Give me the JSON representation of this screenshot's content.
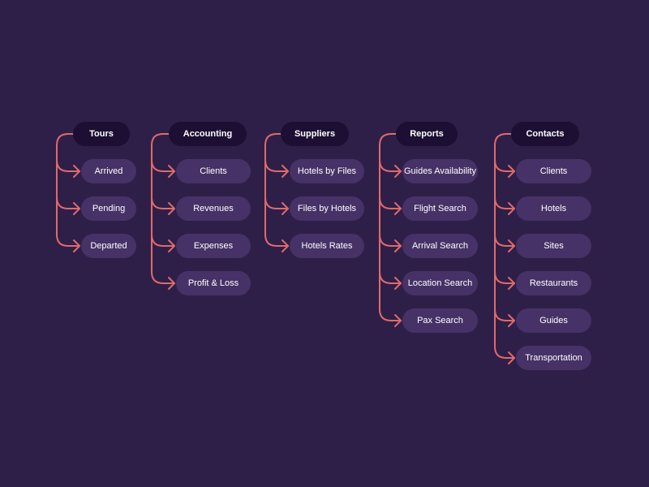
{
  "colors": {
    "background": "#2e1f48",
    "header_pill": "#1c0f33",
    "item_pill": "#463266",
    "connector": "#e06a6a",
    "text": "#ffffff"
  },
  "columns": [
    {
      "title": "Tours",
      "items": [
        "Arrived",
        "Pending",
        "Departed"
      ]
    },
    {
      "title": "Accounting",
      "items": [
        "Clients",
        "Revenues",
        "Expenses",
        "Profit & Loss"
      ]
    },
    {
      "title": "Suppliers",
      "items": [
        "Hotels by Files",
        "Files by Hotels",
        "Hotels Rates"
      ]
    },
    {
      "title": "Reports",
      "items": [
        "Guides Availability",
        "Flight Search",
        "Arrival Search",
        "Location Search",
        "Pax Search"
      ]
    },
    {
      "title": "Contacts",
      "items": [
        "Clients",
        "Hotels",
        "Sites",
        "Restaurants",
        "Guides",
        "Transportation"
      ]
    }
  ]
}
